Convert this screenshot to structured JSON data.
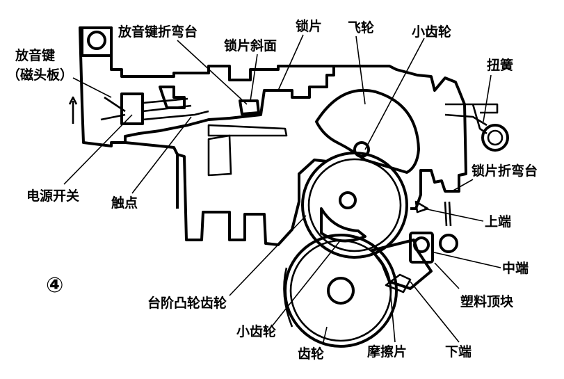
{
  "figure_number": "④",
  "labels": {
    "play_key": "放音键",
    "play_key_sub": "（磁头板）",
    "play_key_bend": "放音键折弯台",
    "lock_slope": "锁片斜面",
    "lock_plate": "锁片",
    "flywheel": "飞轮",
    "small_gear_top": "小齿轮",
    "torsion_spring": "扭簧",
    "lock_bend": "锁片折弯台",
    "upper_end": "上端",
    "middle_end": "中端",
    "plastic_block": "塑料顶块",
    "lower_end": "下端",
    "friction_plate": "摩擦片",
    "gear": "齿轮",
    "small_gear_bottom": "小齿轮",
    "step_cam_gear": "台阶凸轮齿轮",
    "contact": "触点",
    "power_switch": "电源开关"
  }
}
